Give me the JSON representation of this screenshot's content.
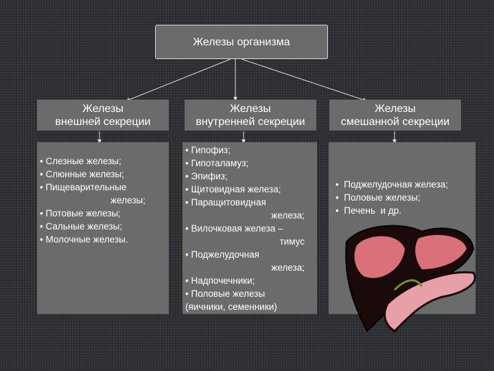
{
  "title": "Железы организма",
  "categories": [
    {
      "title_line1": "Железы",
      "title_line2": "внешней секреции",
      "items": [
        "Слезные железы;",
        "Слюнные железы;",
        "Пищеварительные",
        "железы;",
        "Потовые железы;",
        "Сальные железы;",
        "Молочные железы."
      ]
    },
    {
      "title_line1": "Железы",
      "title_line2": "внутренней секреции",
      "items": [
        "Гипофиз;",
        "Гипоталамуз;",
        "Эпифиз;",
        "Щитовидная железа;",
        "Паращитовидная",
        "железа;",
        "Вилочковая железа –",
        "тимус",
        "Поджелудочная",
        "железа;",
        "Надпочечники;",
        "Половые железы",
        "(яичники, семенники)"
      ]
    },
    {
      "title_line1": "Железы",
      "title_line2": "смешанной секреции",
      "items": [
        "Поджелудочная железа;",
        "Половые железы;",
        "Печень  и др."
      ]
    }
  ],
  "colors": {
    "box": "#6b6b6b",
    "background": "#2b2d31",
    "liver": "#1a0a0a",
    "liver_lobe": "#d9707a",
    "pancreas": "#e8a0a8"
  }
}
